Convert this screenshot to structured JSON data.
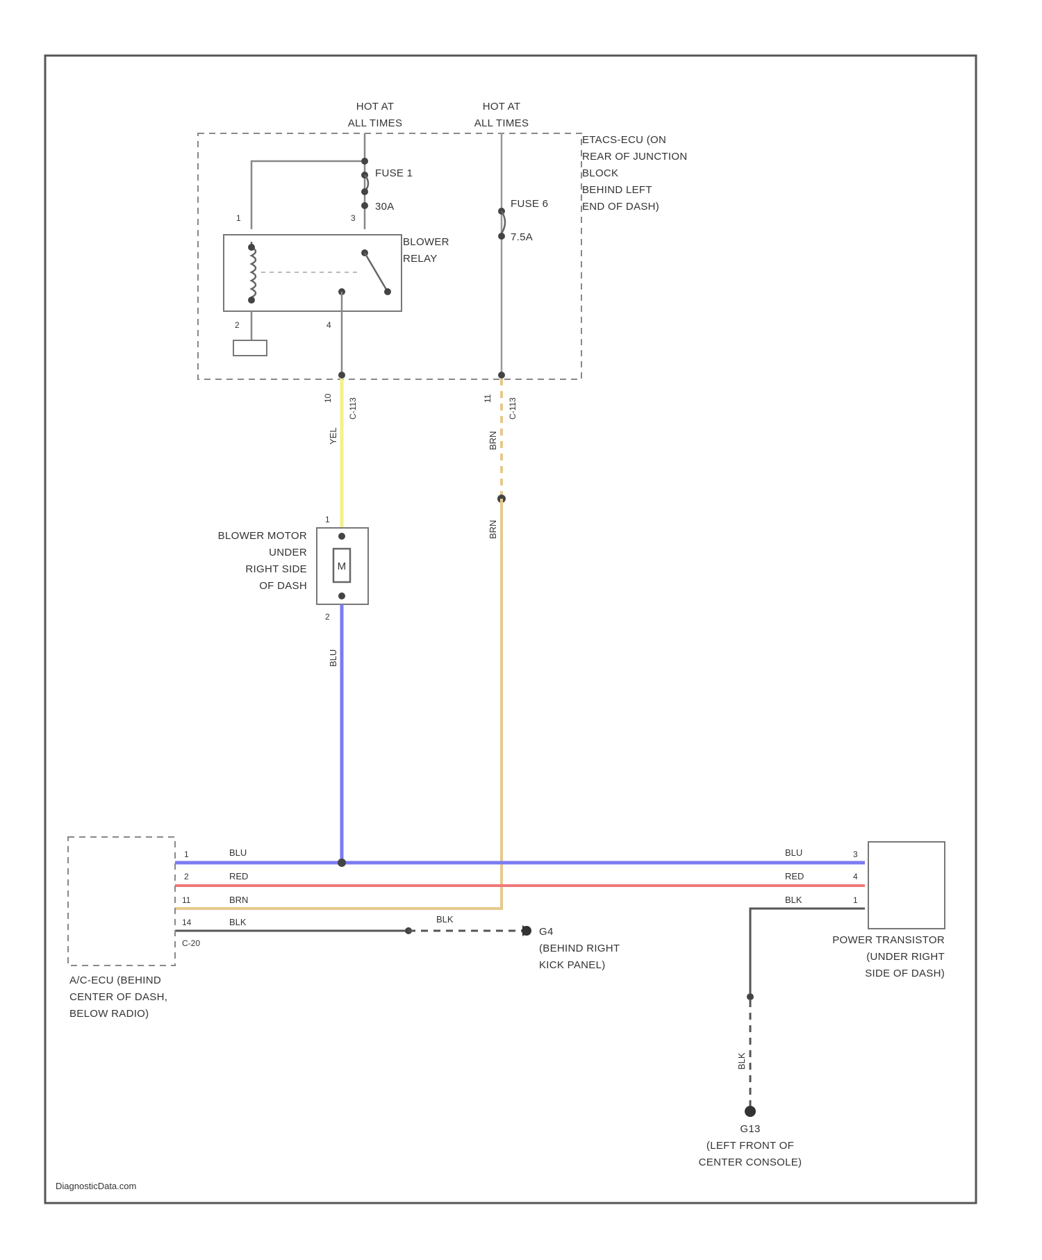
{
  "diagram": {
    "power": [
      {
        "lines": [
          "HOT AT",
          "ALL TIMES"
        ]
      },
      {
        "lines": [
          "HOT AT",
          "ALL TIMES"
        ]
      }
    ],
    "junction_block": {
      "lines": [
        "ETACS-ECU (ON",
        "REAR OF JUNCTION",
        "BLOCK",
        "BEHIND LEFT",
        "END OF DASH)"
      ]
    },
    "fuse1": {
      "name": "FUSE 1",
      "rating": "30A"
    },
    "fuse6": {
      "name": "FUSE 6",
      "rating": "7.5A"
    },
    "relay": {
      "lines": [
        "BLOWER",
        "RELAY"
      ]
    },
    "relay_pins": [
      "1",
      "3",
      "2",
      "4"
    ],
    "junction_pins": {
      "left": "10",
      "left_connector": "C-113",
      "right": "11",
      "right_connector": "C-113"
    },
    "blower_motor": {
      "symbol": "M",
      "lines": [
        "BLOWER MOTOR",
        "UNDER",
        "RIGHT SIDE",
        "OF DASH"
      ],
      "pin_top": "1",
      "pin_bottom": "2"
    },
    "ac_ecu": {
      "lines": [
        "A/C-ECU (BEHIND",
        "CENTER OF DASH,",
        "BELOW RADIO)"
      ],
      "connector": "C-20",
      "pins": [
        "1",
        "2",
        "11",
        "14"
      ]
    },
    "power_transistor": {
      "lines": [
        "POWER TRANSISTOR",
        "(UNDER RIGHT",
        "SIDE OF DASH)"
      ],
      "pins": [
        "3",
        "4",
        "1"
      ]
    },
    "ground_g4": {
      "name": "G4",
      "lines": [
        "(BEHIND RIGHT",
        "KICK PANEL)"
      ]
    },
    "ground_g13": {
      "name": "G13",
      "lines": [
        "(LEFT FRONT OF",
        "CENTER CONSOLE)"
      ]
    },
    "watermark": "DiagnosticData.com"
  },
  "wires": {
    "yel": {
      "code": "YEL",
      "color": "#f2f08a"
    },
    "brn": {
      "code": "BRN",
      "color": "#e6c98c"
    },
    "blu": {
      "code": "BLU",
      "color": "#7b7bf2"
    },
    "red": {
      "code": "RED",
      "color": "#f07878"
    },
    "blk": {
      "code": "BLK",
      "color": "#555555"
    }
  },
  "bus_labels": {
    "left": [
      "BLU",
      "RED",
      "BRN",
      "BLK"
    ],
    "right": [
      "BLU",
      "RED",
      "BLK"
    ],
    "g4_wire": "BLK",
    "g13_wire": "BLK"
  }
}
